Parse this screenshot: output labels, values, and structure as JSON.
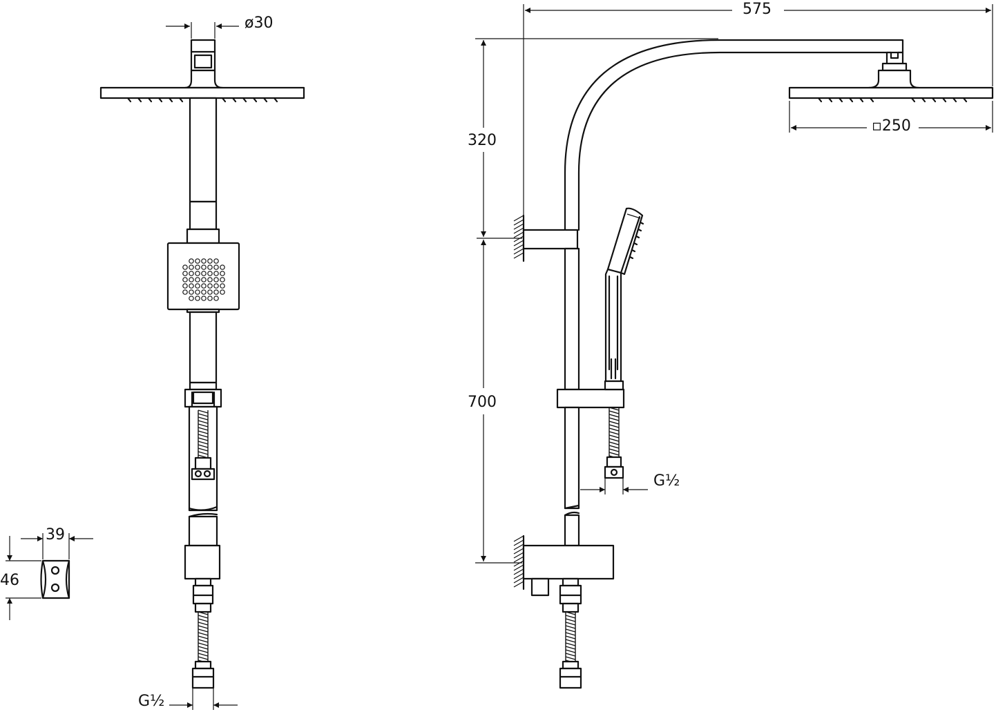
{
  "dimensions": {
    "width_overall": "575",
    "upper_height": "320",
    "lower_height": "700",
    "pipe_diameter": "ø30",
    "head_size": "▫250",
    "bracket_width": "39",
    "bracket_height": "46",
    "thread_front": "G½",
    "thread_side": "G½"
  },
  "colors": {
    "line": "#111111",
    "background": "#ffffff"
  }
}
